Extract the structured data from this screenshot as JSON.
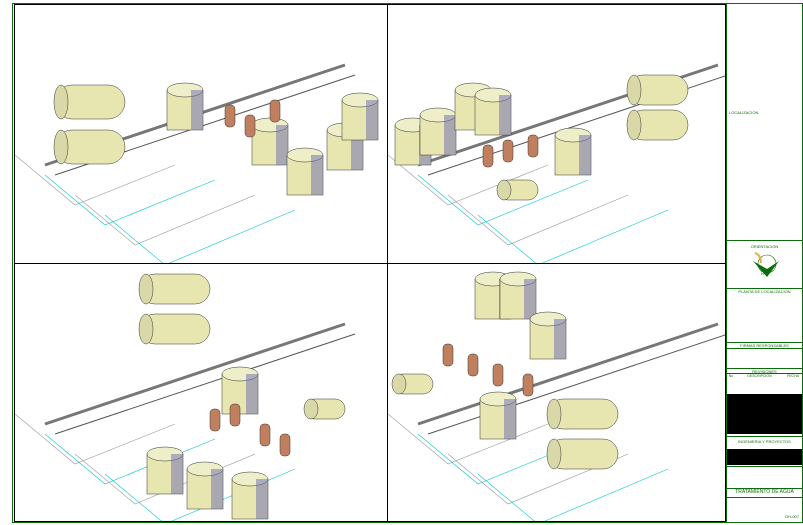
{
  "title_block": {
    "project_label": "LOCALIZACION",
    "orientation_title": "ORIENTACION",
    "north": "N",
    "location_title": "PLANTA DE LOCALIZACION",
    "signatures_title": "FIRMAS RESPONSABLES",
    "revisions_title": "REVISIONES",
    "revisions_cols": [
      "No",
      "DESCRIPCION",
      "FECHA"
    ],
    "company": "INGENIERIA Y PROYECTOS",
    "drawing_title": "TRATAMIENTO DE AGUA",
    "sheet_no": "DH-007"
  },
  "colors": {
    "frame": "#0a6b0a",
    "tank": "#e8e6b0",
    "tank_shade": "#6a6ab0",
    "pipe": "#777777",
    "grid": "#00c8d0"
  }
}
